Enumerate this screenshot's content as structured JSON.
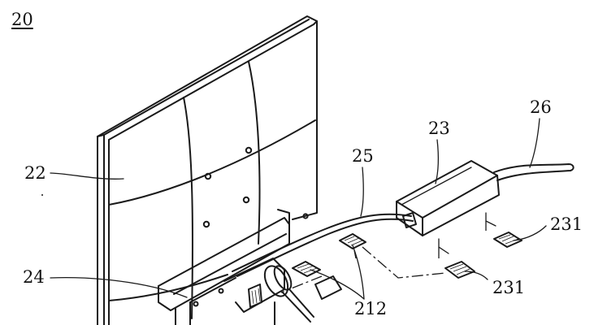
{
  "labels": {
    "figure": "20",
    "monitor": "22",
    "stand": "24",
    "cable_25": "25",
    "adapter": "23",
    "cable_26": "26",
    "foot_231_right": "231",
    "foot_231_bottom": "231",
    "pads_212": "212"
  }
}
